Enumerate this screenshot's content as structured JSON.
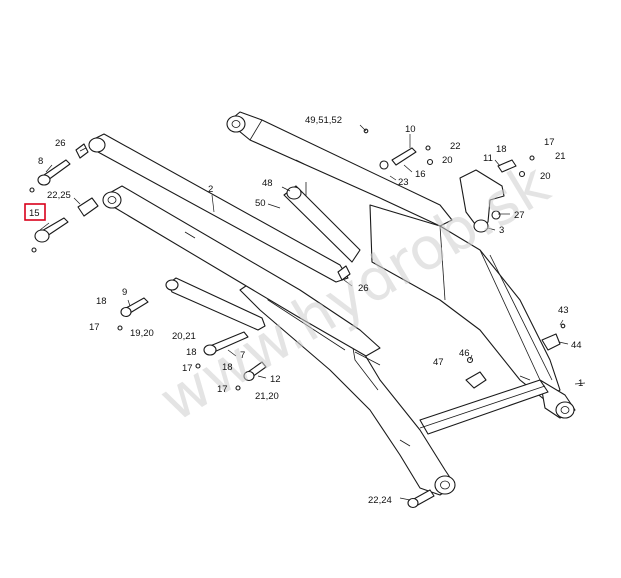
{
  "watermark": "www.hydrob.sk",
  "highlight_color": "#d9001b",
  "line_color": "#1a1a1a",
  "highlighted_callout": "15",
  "callouts": {
    "c1": "1",
    "c2": "2",
    "c3": "3",
    "c7": "7",
    "c8": "8",
    "c9": "9",
    "c10": "10",
    "c11": "11",
    "c12": "12",
    "c15": "15",
    "c16": "16",
    "c17a": "17",
    "c17b": "17",
    "c17c": "17",
    "c17d": "17",
    "c18a": "18",
    "c18b": "18",
    "c18c": "18",
    "c18d": "18",
    "c19_20": "19,20",
    "c20a": "20",
    "c20b": "20",
    "c20_21": "20,21",
    "c21": "21",
    "c21_20": "21,20",
    "c22": "22",
    "c22_24": "22,24",
    "c22_25": "22,25",
    "c23": "23",
    "c26a": "26",
    "c26b": "26",
    "c27": "27",
    "c43": "43",
    "c44": "44",
    "c46": "46",
    "c47": "47",
    "c48": "48",
    "c49_51_52": "49,51,52",
    "c50": "50"
  }
}
